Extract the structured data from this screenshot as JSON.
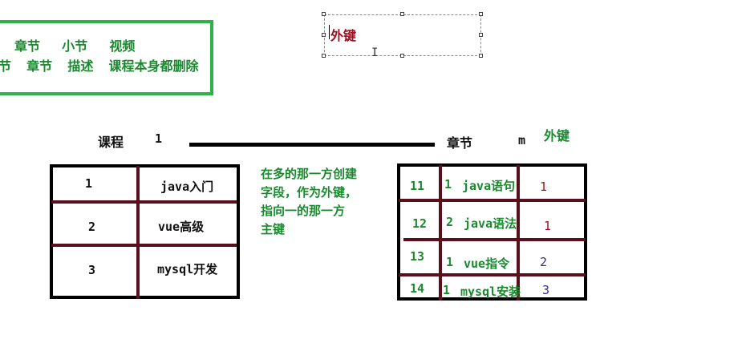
{
  "topbox": {
    "line1": [
      "章节",
      "小节",
      "视频"
    ],
    "line2": [
      "节",
      "章节",
      "描述",
      "课程本身都删除"
    ]
  },
  "fk_box_label": "外键",
  "relation": {
    "left_label": "课程",
    "left_card": "1",
    "right_label": "章节",
    "right_card": "m",
    "fk_note": "外键"
  },
  "note": [
    "在多的那一方创建",
    "字段，作为外键，",
    "指向一的那一方",
    "主键"
  ],
  "course_table": [
    {
      "id": "1",
      "name": "java入门"
    },
    {
      "id": "2",
      "name": "vue高级"
    },
    {
      "id": "3",
      "name": "mysql开发"
    }
  ],
  "chapter_table": [
    {
      "id": "11",
      "course_id": "1",
      "name": "java语句",
      "fk": "1"
    },
    {
      "id": "12",
      "course_id": "2",
      "name": "java语法",
      "fk": "1"
    },
    {
      "id": "13",
      "course_id": "1",
      "name": "vue指令",
      "fk": "2"
    },
    {
      "id": "14",
      "course_id": "1",
      "name": "mysql安装",
      "fk": "3"
    }
  ],
  "colors": {
    "green": "#1a8a2e",
    "box_green": "#2db34a",
    "dark_red": "#5a0f1c",
    "fk_red": "#9c1020"
  }
}
